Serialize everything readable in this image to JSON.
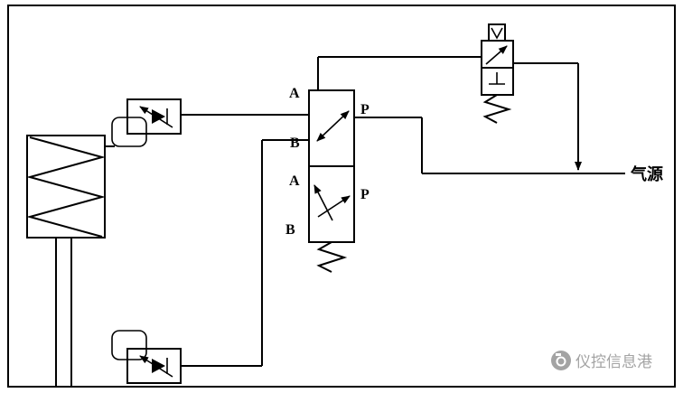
{
  "page": {
    "background": "#ffffff",
    "border_color": "#000000"
  },
  "diagram": {
    "type": "pneumatic-circuit-diagram",
    "line_color": "#000000",
    "labels": {
      "valve_top": {
        "a": "A",
        "p": "P",
        "b": "B"
      },
      "valve_bottom": {
        "a": "A",
        "p": "P",
        "b": "B"
      },
      "air_source": "气源"
    },
    "components": {
      "cylinder": "spring-return-cylinder",
      "flow_valve_top": "one-way-flow-control-valve",
      "flow_valve_bottom": "one-way-flow-control-valve",
      "main_valve": "two-position-directional-valve",
      "pilot_valve": "pilot-valve-with-manual-override",
      "pilot_button": "v-symbol"
    }
  },
  "watermark": {
    "text": "仪控信息港",
    "color": "#a3a3a3",
    "icon": "camera-icon"
  }
}
